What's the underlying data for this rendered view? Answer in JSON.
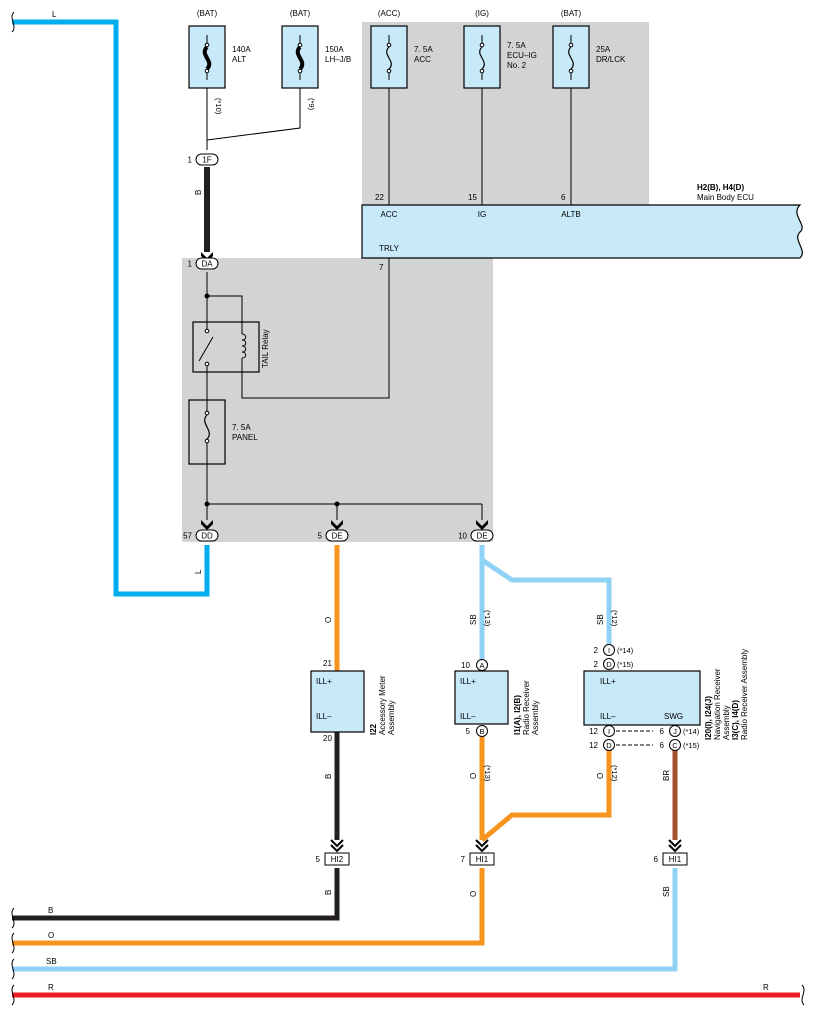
{
  "colors": {
    "wire_L": "#00aeef",
    "wire_B": "#231f20",
    "wire_O": "#f7941d",
    "wire_SB": "#8fd3f4",
    "wire_R": "#ed1c24",
    "wire_BR": "#a0522d",
    "panel_gray": "#d1d3d4",
    "comp_fill": "#c7e9f8"
  },
  "wires": {
    "L": "L",
    "B": "B",
    "O": "O",
    "SB": "SB",
    "R": "R",
    "BR": "BR"
  },
  "fuses": [
    {
      "source": "(BAT)",
      "rating": "140A",
      "name": "ALT",
      "note": "(*10)"
    },
    {
      "source": "(BAT)",
      "rating": "150A",
      "name": "LH–J/B",
      "note": "(*9)"
    },
    {
      "source": "(ACC)",
      "rating": "7. 5A",
      "name": "ACC"
    },
    {
      "source": "(IG)",
      "rating": "7. 5A",
      "name": "ECU–IG",
      "name2": "No. 2"
    },
    {
      "source": "(BAT)",
      "rating": "25A",
      "name": "DR/LCK"
    }
  ],
  "connectors": {
    "c1F": {
      "pin": "1",
      "id": "1F"
    },
    "cDA": {
      "pin": "1",
      "id": "DA"
    },
    "cDD": {
      "pin": "57",
      "id": "DD"
    },
    "cDE5": {
      "pin": "5",
      "id": "DE"
    },
    "cDE10": {
      "pin": "10",
      "id": "DE"
    },
    "cHI2": {
      "pin": "5",
      "id": "HI2"
    },
    "cHI1a": {
      "pin": "7",
      "id": "HI1"
    },
    "cHI1b": {
      "pin": "6",
      "id": "HI1"
    }
  },
  "ecu": {
    "code": "H2(B), H4(D)",
    "name": "Main Body ECU",
    "pins": [
      {
        "num": "22",
        "label": "ACC"
      },
      {
        "num": "15",
        "label": "IG"
      },
      {
        "num": "6",
        "label": "ALTB"
      }
    ],
    "trly_num": "7",
    "trly_label": "TRLY"
  },
  "relay": {
    "name": "TAIL Relay"
  },
  "panel_fuse": {
    "rating": "7. 5A",
    "name": "PANEL"
  },
  "meter": {
    "code": "I22",
    "name1": "Accessory Meter",
    "name2": "Assembly",
    "pin_top": "21",
    "pin_bot": "20",
    "ill_plus": "ILL+",
    "ill_minus": "ILL–"
  },
  "radio": {
    "code": "I1(A), I2(B)",
    "name1": "Radio Receiver",
    "name2": "Assembly",
    "pin_top": "10",
    "conn_top": "A",
    "pin_bot": "5",
    "conn_bot": "B",
    "ill_plus": "ILL+",
    "ill_minus": "ILL–"
  },
  "nav": {
    "code1": "I20(I), I24(J)",
    "name1": "Navigation Receiver",
    "name1b": "Assembly",
    "code2": "I3(C), I4(D)",
    "name2": "Radio Receiver Assembly",
    "ill_plus": "ILL+",
    "ill_minus": "ILL–",
    "swg": "SWG",
    "top": [
      {
        "pin": "2",
        "conn": "I",
        "note": "(*14)"
      },
      {
        "pin": "2",
        "conn": "D",
        "note": "(*15)"
      }
    ],
    "bottom": [
      {
        "pin": "12",
        "conn": "I",
        "pin2": "6",
        "conn2": "J",
        "note": "(*14)"
      },
      {
        "pin": "12",
        "conn": "D",
        "pin2": "6",
        "conn2": "C",
        "note": "(*15)"
      }
    ]
  },
  "notes": {
    "n13a": "(*13)",
    "n13b": "(*13)",
    "n12a": "(*12)",
    "n12b": "(*12)"
  }
}
